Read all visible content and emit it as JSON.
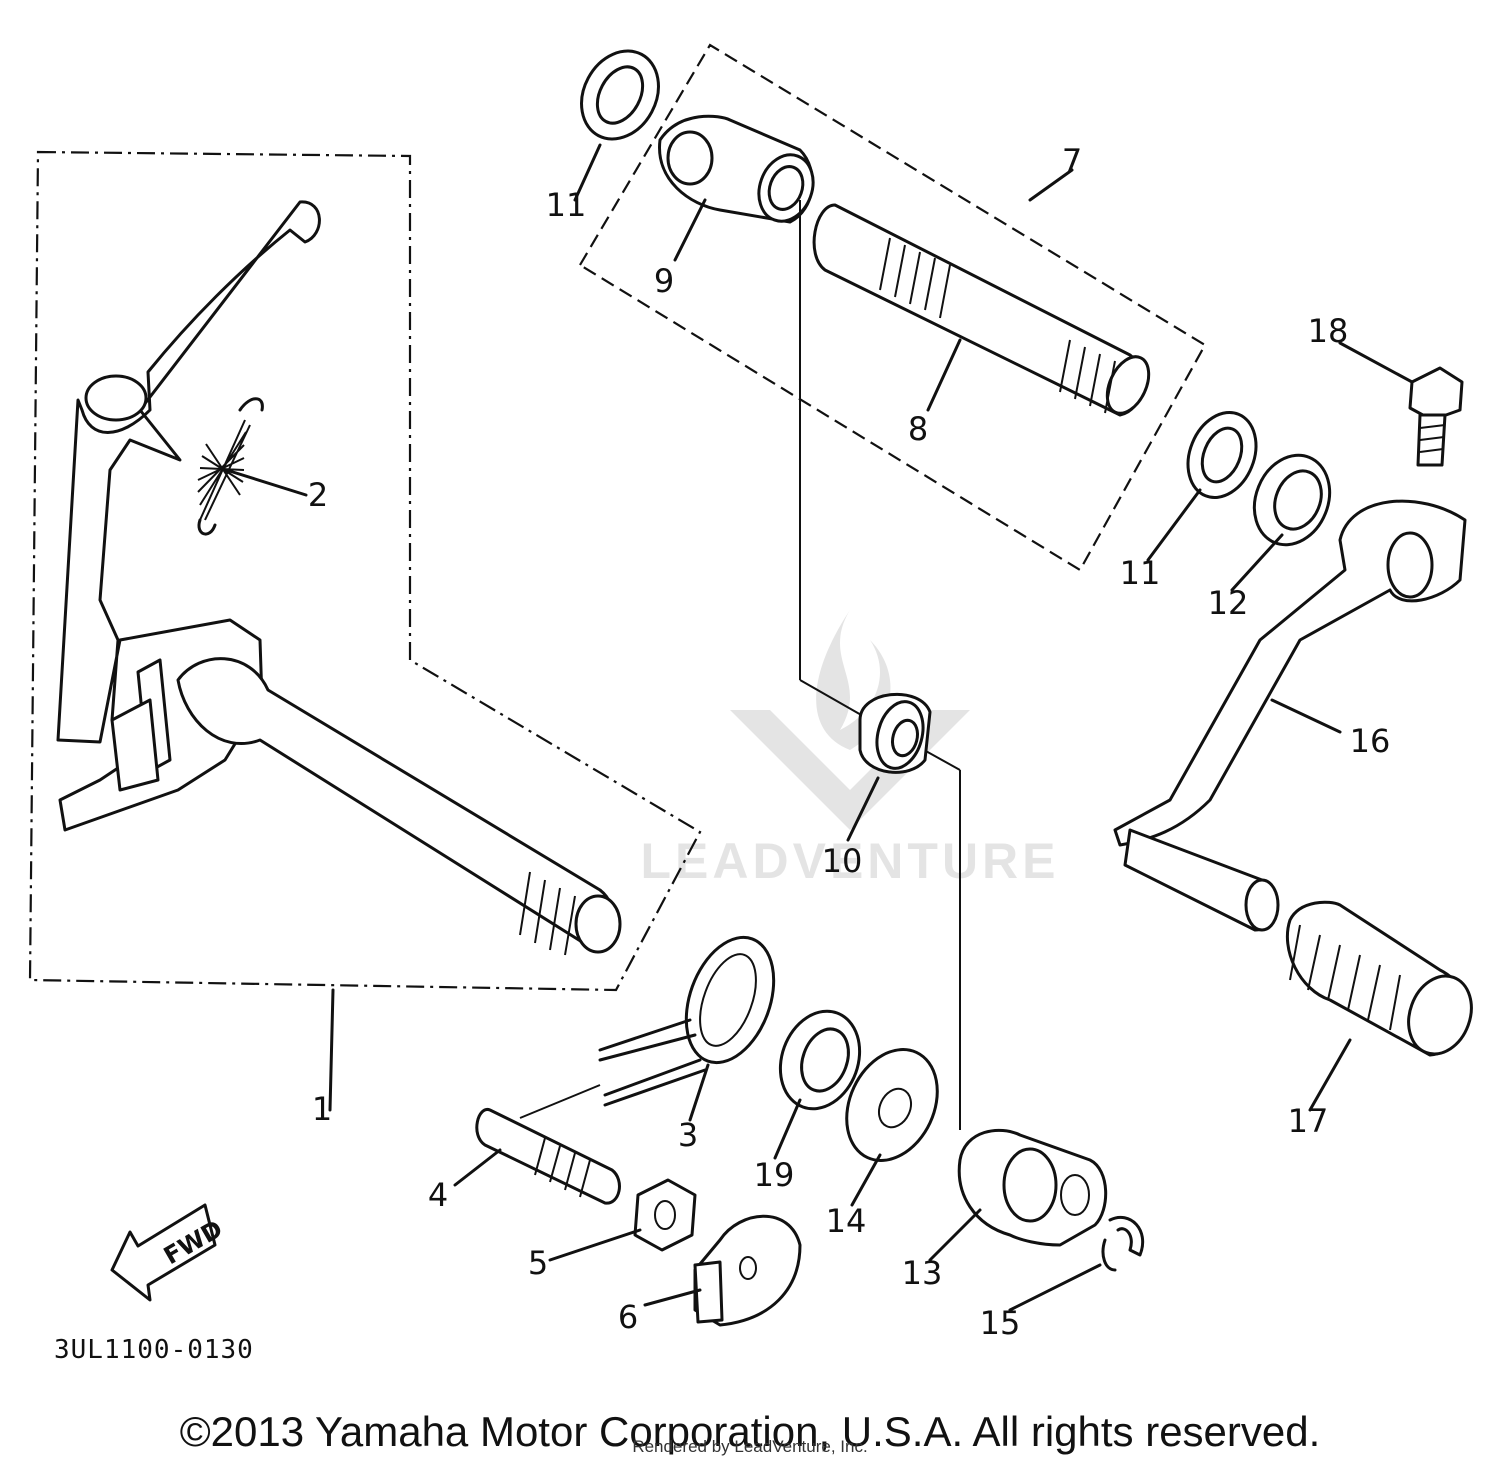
{
  "diagram": {
    "code": "3UL1100-0130",
    "fwd_label": "FWD",
    "callouts": [
      {
        "id": "1",
        "label": "1"
      },
      {
        "id": "2",
        "label": "2"
      },
      {
        "id": "3",
        "label": "3"
      },
      {
        "id": "4",
        "label": "4"
      },
      {
        "id": "5",
        "label": "5"
      },
      {
        "id": "6",
        "label": "6"
      },
      {
        "id": "7",
        "label": "7"
      },
      {
        "id": "8",
        "label": "8"
      },
      {
        "id": "9",
        "label": "9"
      },
      {
        "id": "10",
        "label": "10"
      },
      {
        "id": "11a",
        "label": "11"
      },
      {
        "id": "11b",
        "label": "11"
      },
      {
        "id": "12",
        "label": "12"
      },
      {
        "id": "13",
        "label": "13"
      },
      {
        "id": "14",
        "label": "14"
      },
      {
        "id": "15",
        "label": "15"
      },
      {
        "id": "16",
        "label": "16"
      },
      {
        "id": "17",
        "label": "17"
      },
      {
        "id": "18",
        "label": "18"
      },
      {
        "id": "19",
        "label": "19"
      }
    ]
  },
  "footer": {
    "copyright": "©2013 Yamaha Motor Corporation, U.S.A. All rights reserved.",
    "rendered_by": "Rendered by LeadVenture, Inc."
  },
  "watermark": {
    "text": "LEADVENTURE"
  }
}
